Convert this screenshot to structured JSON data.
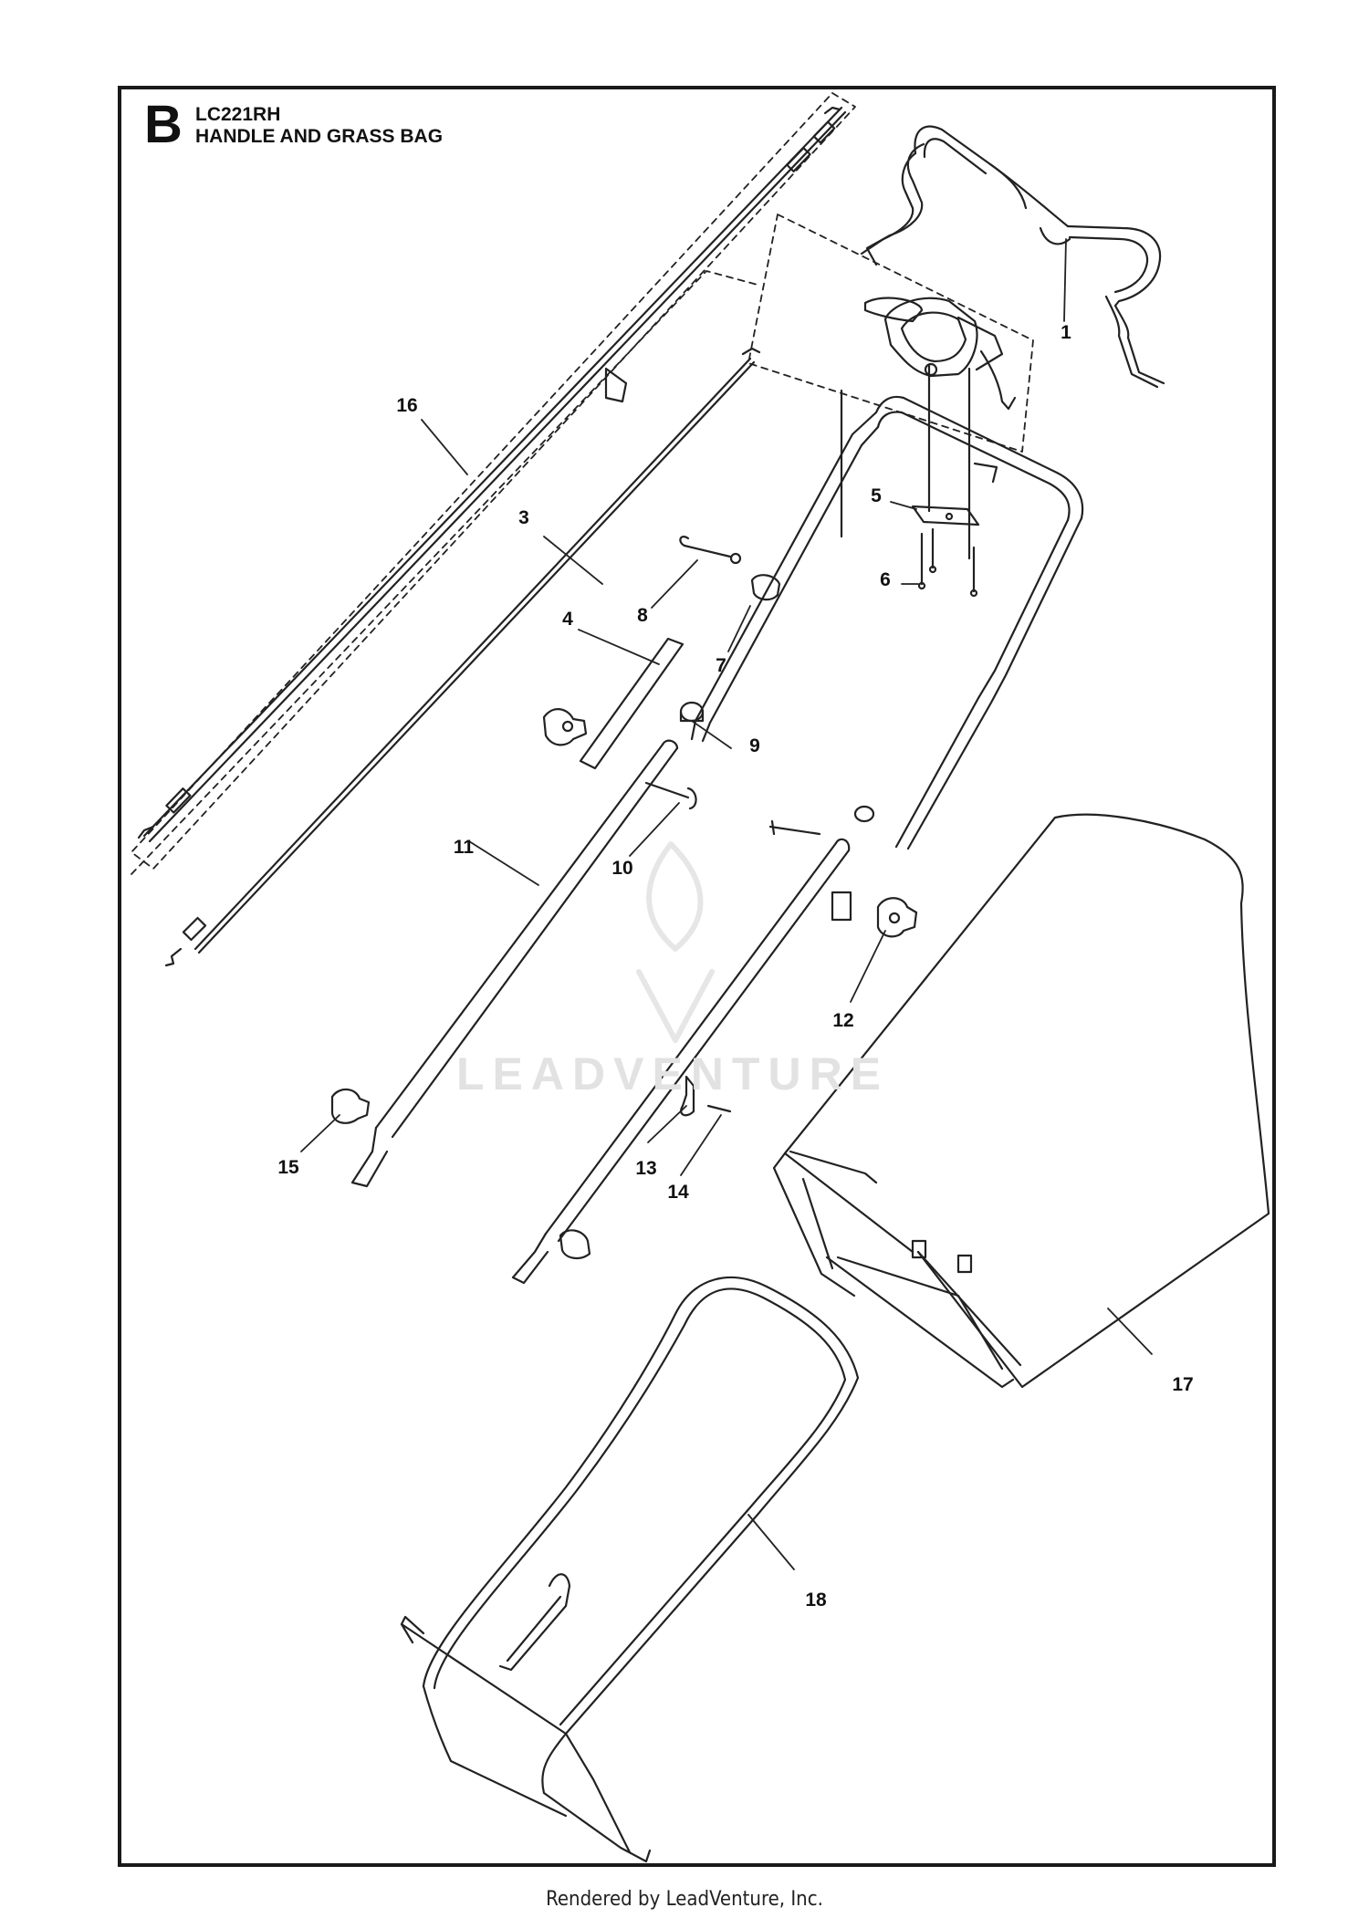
{
  "section": {
    "letter": "B",
    "model": "LC221RH",
    "title": "HANDLE AND GRASS BAG"
  },
  "callouts": [
    {
      "id": "1",
      "label": "1"
    },
    {
      "id": "3",
      "label": "3"
    },
    {
      "id": "4",
      "label": "4"
    },
    {
      "id": "5",
      "label": "5"
    },
    {
      "id": "6",
      "label": "6"
    },
    {
      "id": "7",
      "label": "7"
    },
    {
      "id": "8",
      "label": "8"
    },
    {
      "id": "9",
      "label": "9"
    },
    {
      "id": "10",
      "label": "10"
    },
    {
      "id": "11",
      "label": "11"
    },
    {
      "id": "12",
      "label": "12"
    },
    {
      "id": "13",
      "label": "13"
    },
    {
      "id": "14",
      "label": "14"
    },
    {
      "id": "15",
      "label": "15"
    },
    {
      "id": "16",
      "label": "16"
    },
    {
      "id": "17",
      "label": "17"
    },
    {
      "id": "18",
      "label": "18"
    }
  ],
  "watermark": "LEADVENTURE",
  "footer": "Rendered by LeadVenture, Inc."
}
